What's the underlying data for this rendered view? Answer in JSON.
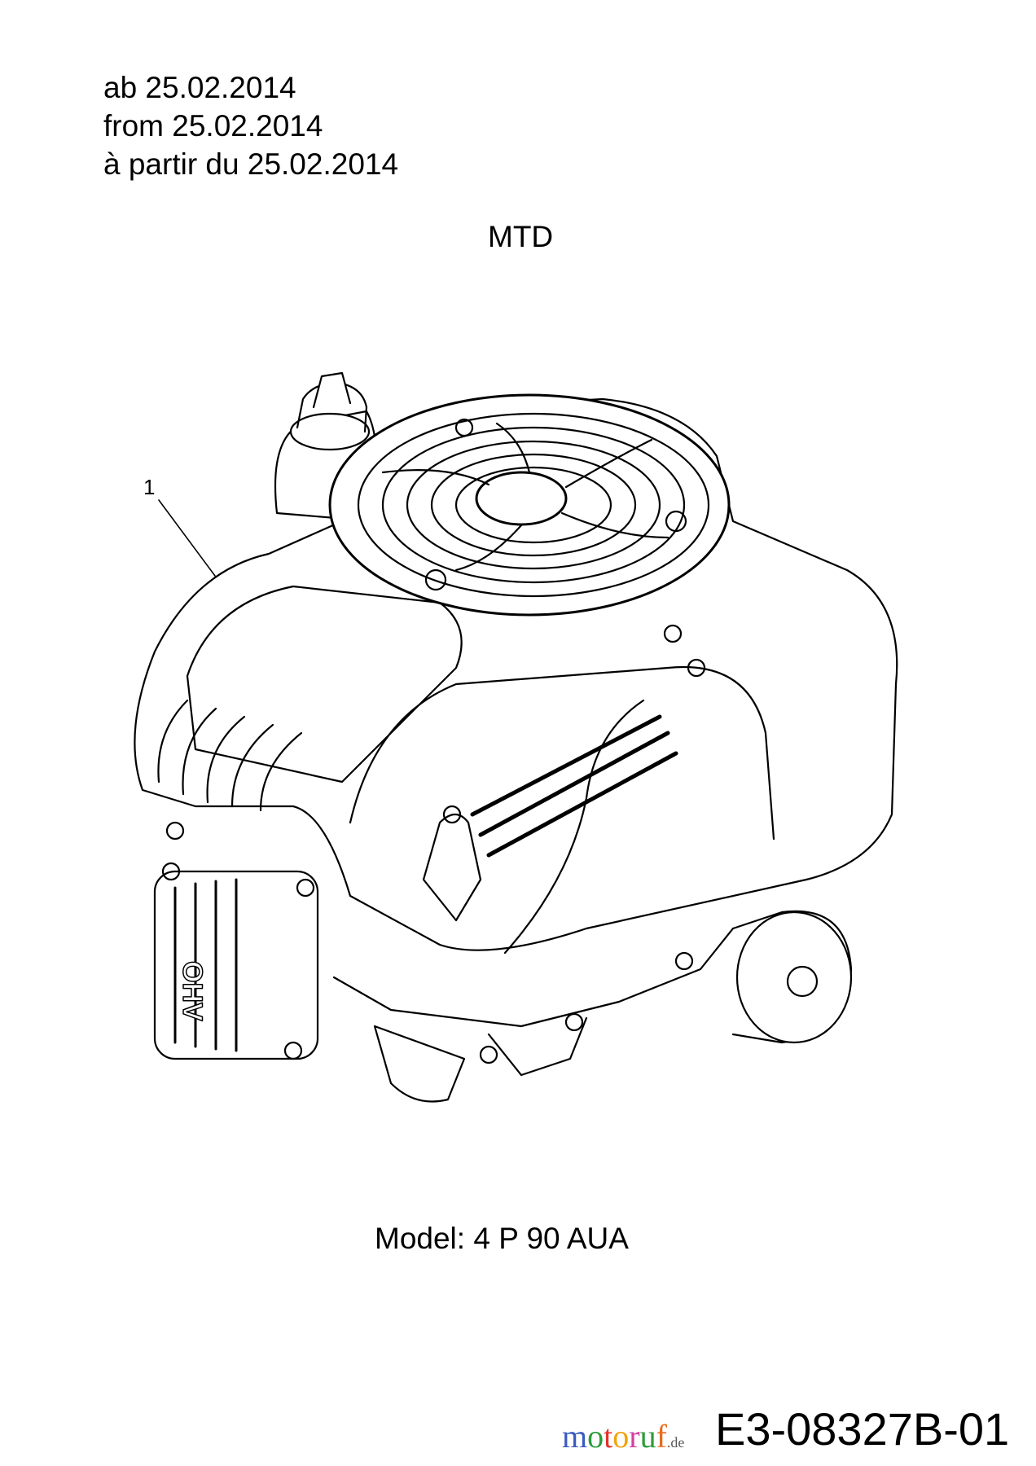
{
  "header": {
    "date_lines": [
      "ab 25.02.2014",
      "from 25.02.2014",
      "à partir du 25.02.2014"
    ],
    "brand": "MTD"
  },
  "diagram": {
    "callouts": [
      {
        "label": "1"
      }
    ],
    "embossed_text": "OHV"
  },
  "footer": {
    "model": "Model: 4 P 90 AUA",
    "drawing_code": "E3-08327B-01",
    "watermark": "motoruf",
    "watermark_suffix": ".de",
    "watermark_colors": [
      "#3b5bbf",
      "#2c9c3a",
      "#e2312b",
      "#f2a20c",
      "#d63fa0",
      "#2c9c3a",
      "#e86a1a"
    ]
  }
}
